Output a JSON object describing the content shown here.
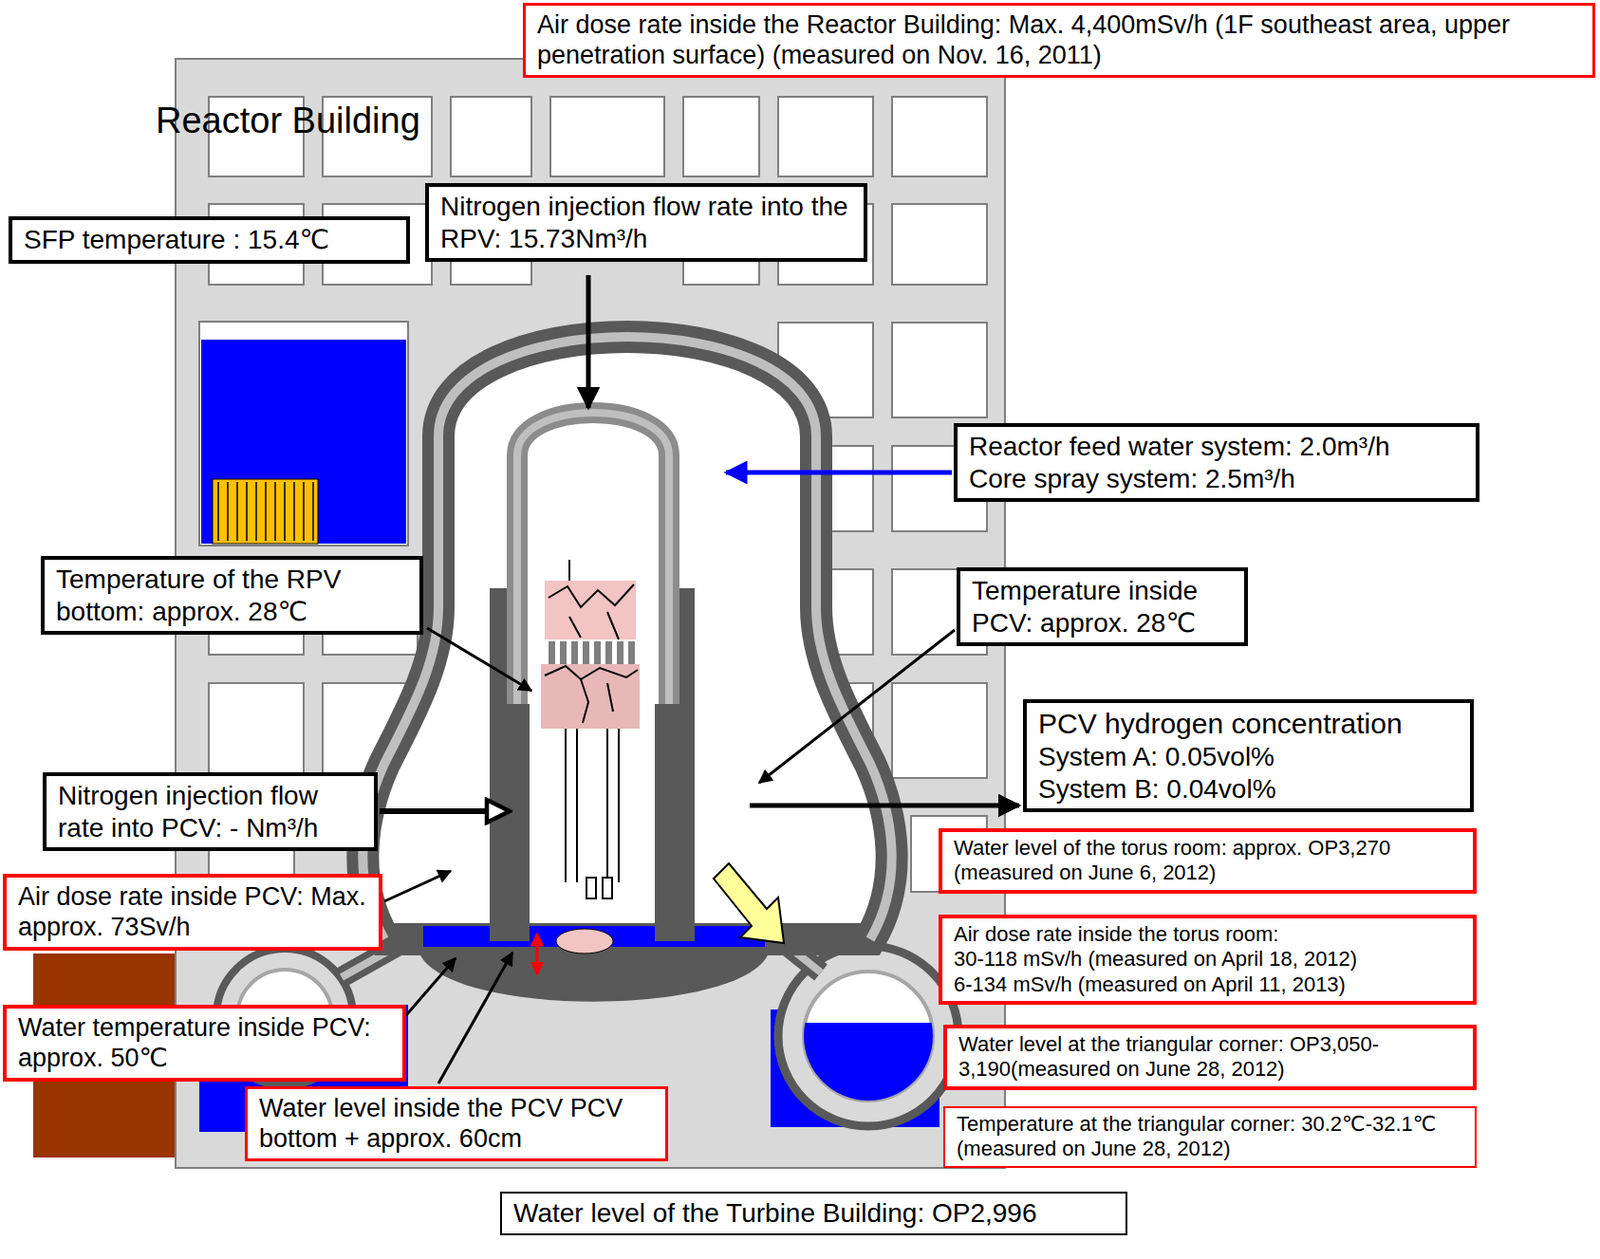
{
  "diagram": {
    "nodes": [
      {
        "text": [
          "Air dose rate inside the Reactor Building: Max. 4,400mSv/h (1F southeast area, upper penetration surface) (measured on Nov. 16, 2011)"
        ]
      },
      {
        "text": [
          "Nitrogen injection flow rate into the RPV: 15.73Nm³/h"
        ]
      },
      {
        "text": [
          "SFP temperature : 15.4℃"
        ]
      },
      {
        "text": [
          "Reactor feed water system: 2.0m³/h",
          "Core spray system: 2.5m³/h"
        ]
      },
      {
        "text": [
          "Temperature of the RPV bottom: approx. 28℃"
        ]
      },
      {
        "text": [
          "Temperature inside PCV: approx. 28℃"
        ]
      },
      {
        "text": [
          "PCV hydrogen concentration",
          "System A: 0.05vol%",
          "System B: 0.04vol%"
        ]
      },
      {
        "text": [
          "Nitrogen injection flow rate into PCV: - Nm³/h"
        ]
      },
      {
        "text": [
          "Water level of the torus room: approx. OP3,270 (measured on June 6, 2012)"
        ]
      },
      {
        "text": [
          "Air dose rate inside PCV: Max. approx. 73Sv/h"
        ]
      },
      {
        "text": [
          "Air dose rate inside the torus room:",
          "30-118 mSv/h (measured on April 18, 2012)",
          "6-134 mSv/h (measured on April 11, 2013)"
        ]
      },
      {
        "text": [
          "Water temperature inside PCV: approx. 50℃"
        ]
      },
      {
        "text": [
          "Water level at the triangular corner: OP3,050-3,190(measured on June 28, 2012)"
        ]
      },
      {
        "text": [
          "Water level inside the PCV PCV bottom + approx. 60cm"
        ]
      },
      {
        "text": [
          "Temperature at the triangular corner: 30.2℃-32.1℃ (measured on June 28, 2012)"
        ]
      },
      {
        "text": [
          "Water level of the Turbine Building: OP2,996"
        ]
      }
    ],
    "labels": [
      "Reactor Building"
    ]
  }
}
